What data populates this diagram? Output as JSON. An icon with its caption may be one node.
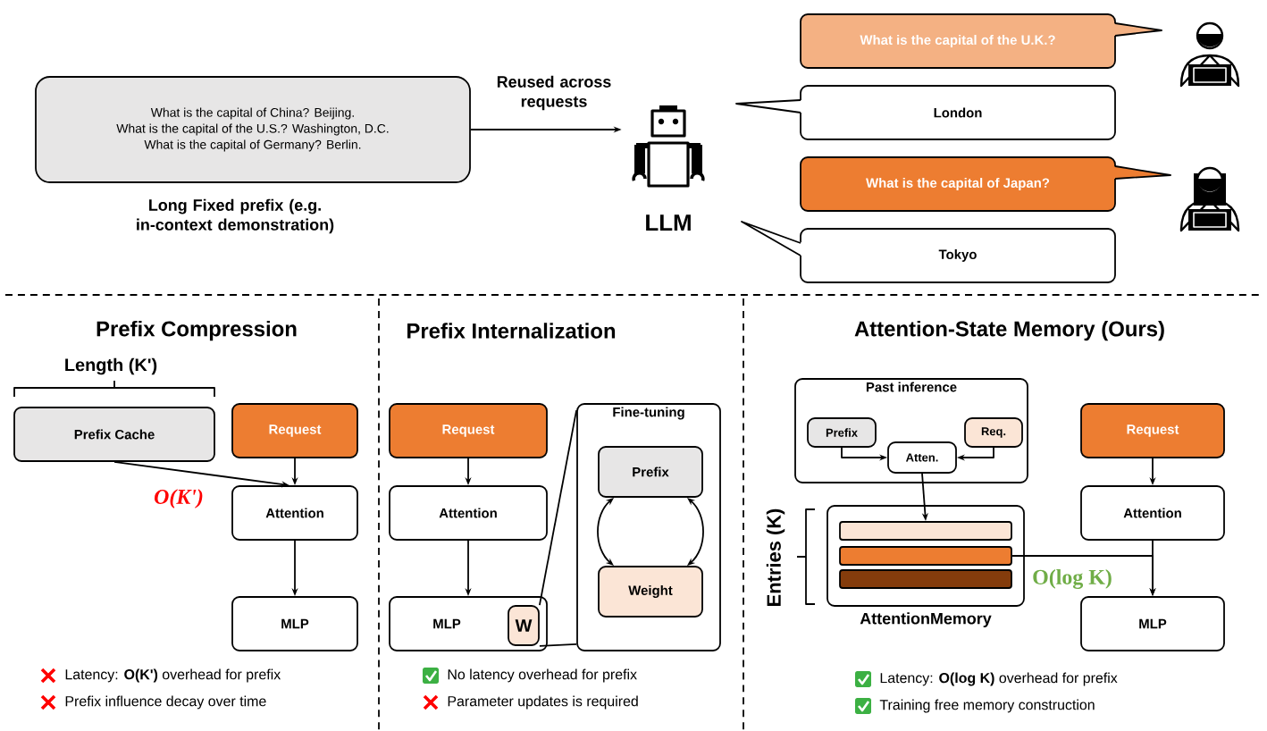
{
  "diagram": {
    "nodes": [
      {
        "text": [
          "What is the capital of China? Beijing.",
          "What is the capital of the U.S.? Washington, D.C.",
          "What is the capital of Germany? Berlin."
        ],
        "beside": [
          "Long Fixed prefix (e.g. in-context demonstration)"
        ]
      },
      {
        "text": [
          "LLM"
        ]
      },
      {
        "text": [
          "What is the capital of the U.K.?"
        ]
      },
      {
        "text": [
          "London"
        ]
      },
      {
        "text": [
          "What is the capital of Japan?"
        ]
      },
      {
        "text": [
          "Tokyo"
        ]
      },
      {
        "text": [
          "Prefix Cache"
        ]
      },
      {
        "text": [
          "Request"
        ]
      },
      {
        "text": [
          "Attention"
        ]
      },
      {
        "text": [
          "MLP"
        ]
      },
      {
        "text": [
          "Request"
        ]
      },
      {
        "text": [
          "Attention"
        ]
      },
      {
        "text": [
          "MLP"
        ]
      },
      {
        "text": [
          "W"
        ],
        "in": 12
      },
      {
        "text": [
          "Fine-tuning"
        ]
      },
      {
        "text": [
          "Prefix"
        ],
        "in": 14
      },
      {
        "text": [
          "Weight"
        ],
        "in": 14
      },
      {
        "text": [
          "Past inference"
        ]
      },
      {
        "text": [
          "Prefix"
        ],
        "in": 17
      },
      {
        "text": [
          "Req."
        ],
        "in": 17
      },
      {
        "text": [
          "Atten."
        ],
        "in": 17
      },
      {
        "text": [
          "AttentionMemory"
        ]
      },
      {
        "text": [],
        "shape": "bar",
        "in": 21
      },
      {
        "text": [],
        "shape": "bar",
        "in": 21
      },
      {
        "text": [],
        "shape": "bar",
        "in": 21
      },
      {
        "text": [
          "Request"
        ]
      },
      {
        "text": [
          "Attention"
        ]
      },
      {
        "text": [
          "MLP"
        ]
      }
    ],
    "edges": [
      {
        "from": 0,
        "to": 1,
        "arrow": "to",
        "label": "Reused across requests"
      },
      {
        "from": 6,
        "to": 8,
        "arrow": "to",
        "label": "O(K')"
      },
      {
        "from": 7,
        "to": 8,
        "arrow": "to"
      },
      {
        "from": 8,
        "to": 9,
        "arrow": "to"
      },
      {
        "from": 10,
        "to": 11,
        "arrow": "to"
      },
      {
        "from": 11,
        "to": 12,
        "arrow": "to"
      },
      {
        "from": 15,
        "to": 16,
        "arrow": "both"
      },
      {
        "from": 15,
        "to": 16,
        "arrow": "both"
      },
      {
        "from": 13,
        "to": 14,
        "arrow": "none"
      },
      {
        "from": 13,
        "to": 14,
        "arrow": "none"
      },
      {
        "from": 18,
        "to": 20,
        "arrow": "to"
      },
      {
        "from": 19,
        "to": 20,
        "arrow": "to"
      },
      {
        "from": 20,
        "to": 22,
        "arrow": "to"
      },
      {
        "from": 23,
        "to": 27,
        "arrow": "to",
        "label": "O(log K)"
      },
      {
        "from": 25,
        "to": 26,
        "arrow": "to"
      },
      {
        "from": 26,
        "to": 27,
        "arrow": "to"
      }
    ],
    "labels": [
      "Prefix Compression",
      "Length (K')",
      "Latency: **O(K')** overhead for prefix",
      "Prefix influence decay over time",
      "Prefix Internalization",
      "No latency overhead for prefix",
      "Parameter updates is required",
      "Attention-State Memory (Ours)",
      "Entries (K)",
      "Latency: **O(log K)** overhead for prefix",
      "Training free memory construction"
    ]
  }
}
